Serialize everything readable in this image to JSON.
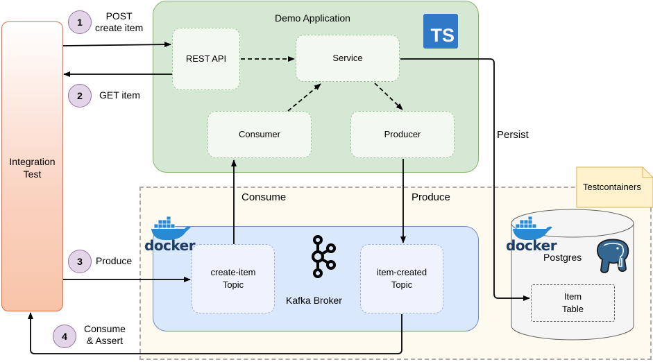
{
  "app": {
    "title": "Demo Application",
    "ts_badge": "TS",
    "rest_api": "REST API",
    "service": "Service",
    "consumer": "Consumer",
    "producer": "Producer"
  },
  "test": {
    "label_line1": "Integration",
    "label_line2": "Test"
  },
  "steps": [
    {
      "num": "1",
      "line1": "POST",
      "line2": "create item"
    },
    {
      "num": "2",
      "line1": "GET item"
    },
    {
      "num": "3",
      "line1": "Produce"
    },
    {
      "num": "4",
      "line1": "Consume",
      "line2": "& Assert"
    }
  ],
  "edges": {
    "persist": "Persist",
    "consume": "Consume",
    "produce": "Produce"
  },
  "testcontainers": "Testcontainers",
  "kafka": {
    "broker": "Kafka Broker",
    "topic_create_line1": "create-item",
    "topic_create_line2": "Topic",
    "topic_created_line1": "item-created",
    "topic_created_line2": "Topic"
  },
  "postgres": {
    "name": "Postgres",
    "table_line1": "Item",
    "table_line2": "Table"
  },
  "docker_logo": "docker",
  "colors": {
    "green_fill": "#d5e8d4",
    "green_stroke": "#82b366",
    "blue_fill": "#dae8fc",
    "blue_stroke": "#6c8ebf",
    "orange_fill": "#fff2e6",
    "orange_stroke": "#e06d4a",
    "purple_fill": "#e1d5e7",
    "ts_blue": "#3178c6",
    "note_fill": "#fff2cc"
  }
}
